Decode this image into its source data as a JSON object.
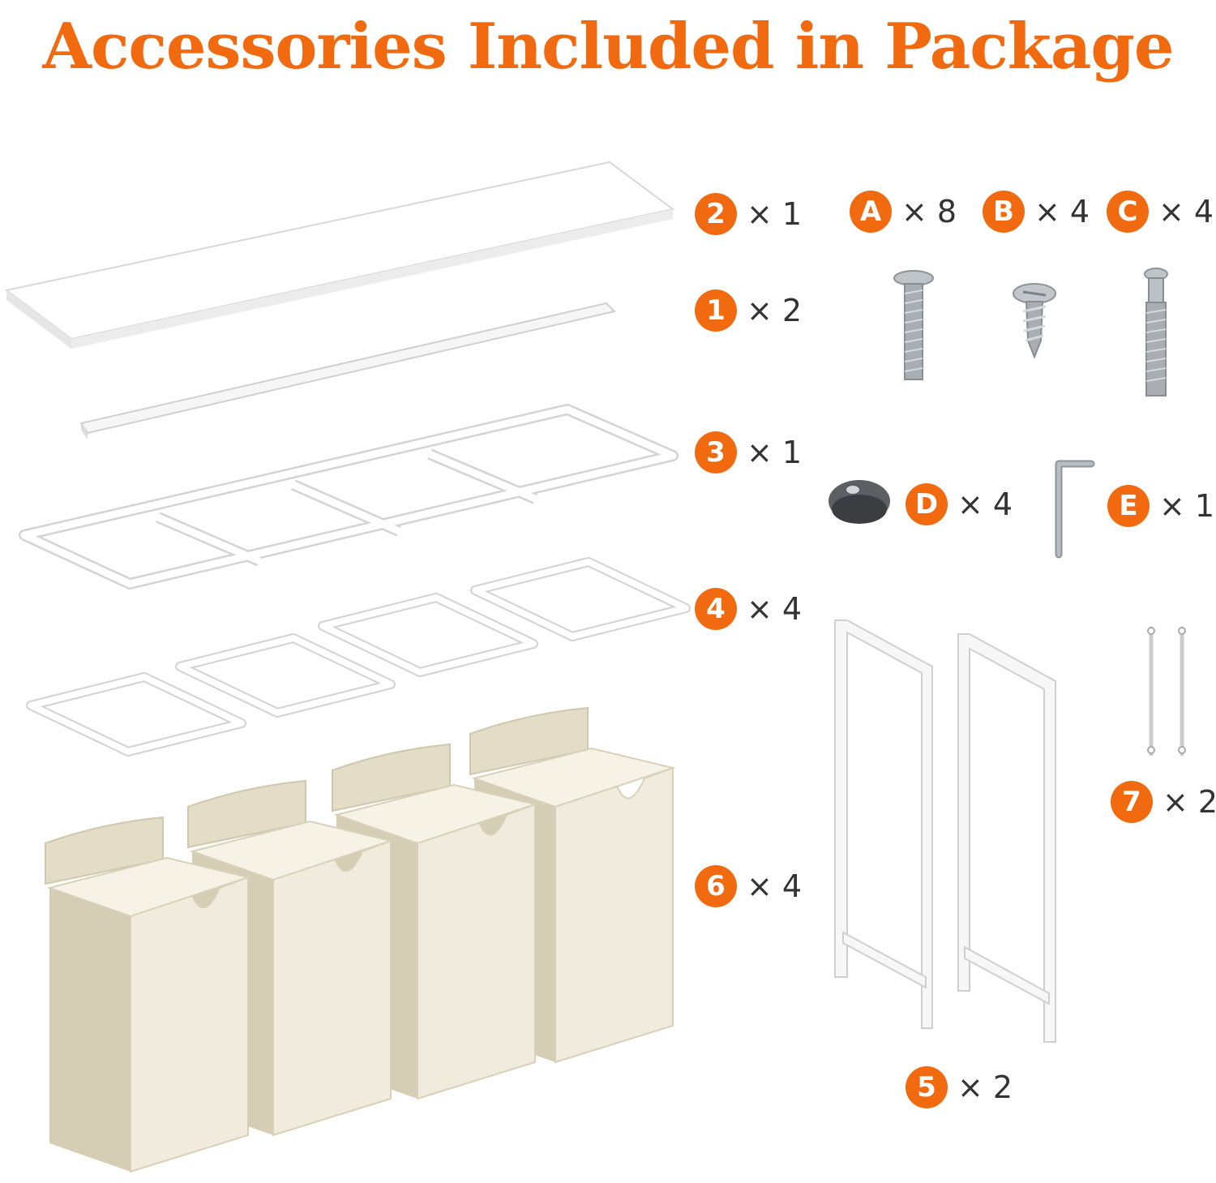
{
  "title": "Accessories Included in Package",
  "colors": {
    "accent": "#F26A10",
    "text": "#333333",
    "bin": "#F0EBDC",
    "metal": "#F5F5F5"
  },
  "parts": [
    {
      "id": "2",
      "qty": "× 1"
    },
    {
      "id": "1",
      "qty": "× 2"
    },
    {
      "id": "3",
      "qty": "× 1"
    },
    {
      "id": "4",
      "qty": "× 4"
    },
    {
      "id": "6",
      "qty": "× 4"
    },
    {
      "id": "5",
      "qty": "× 2"
    },
    {
      "id": "7",
      "qty": "× 2"
    }
  ],
  "hardware": [
    {
      "id": "A",
      "qty": "× 8",
      "icon": "bolt-icon"
    },
    {
      "id": "B",
      "qty": "× 4",
      "icon": "screw-icon"
    },
    {
      "id": "C",
      "qty": "× 4",
      "icon": "bolt-icon"
    },
    {
      "id": "D",
      "qty": "× 4",
      "icon": "foot-pad-icon"
    },
    {
      "id": "E",
      "qty": "× 1",
      "icon": "allen-key-icon"
    }
  ]
}
